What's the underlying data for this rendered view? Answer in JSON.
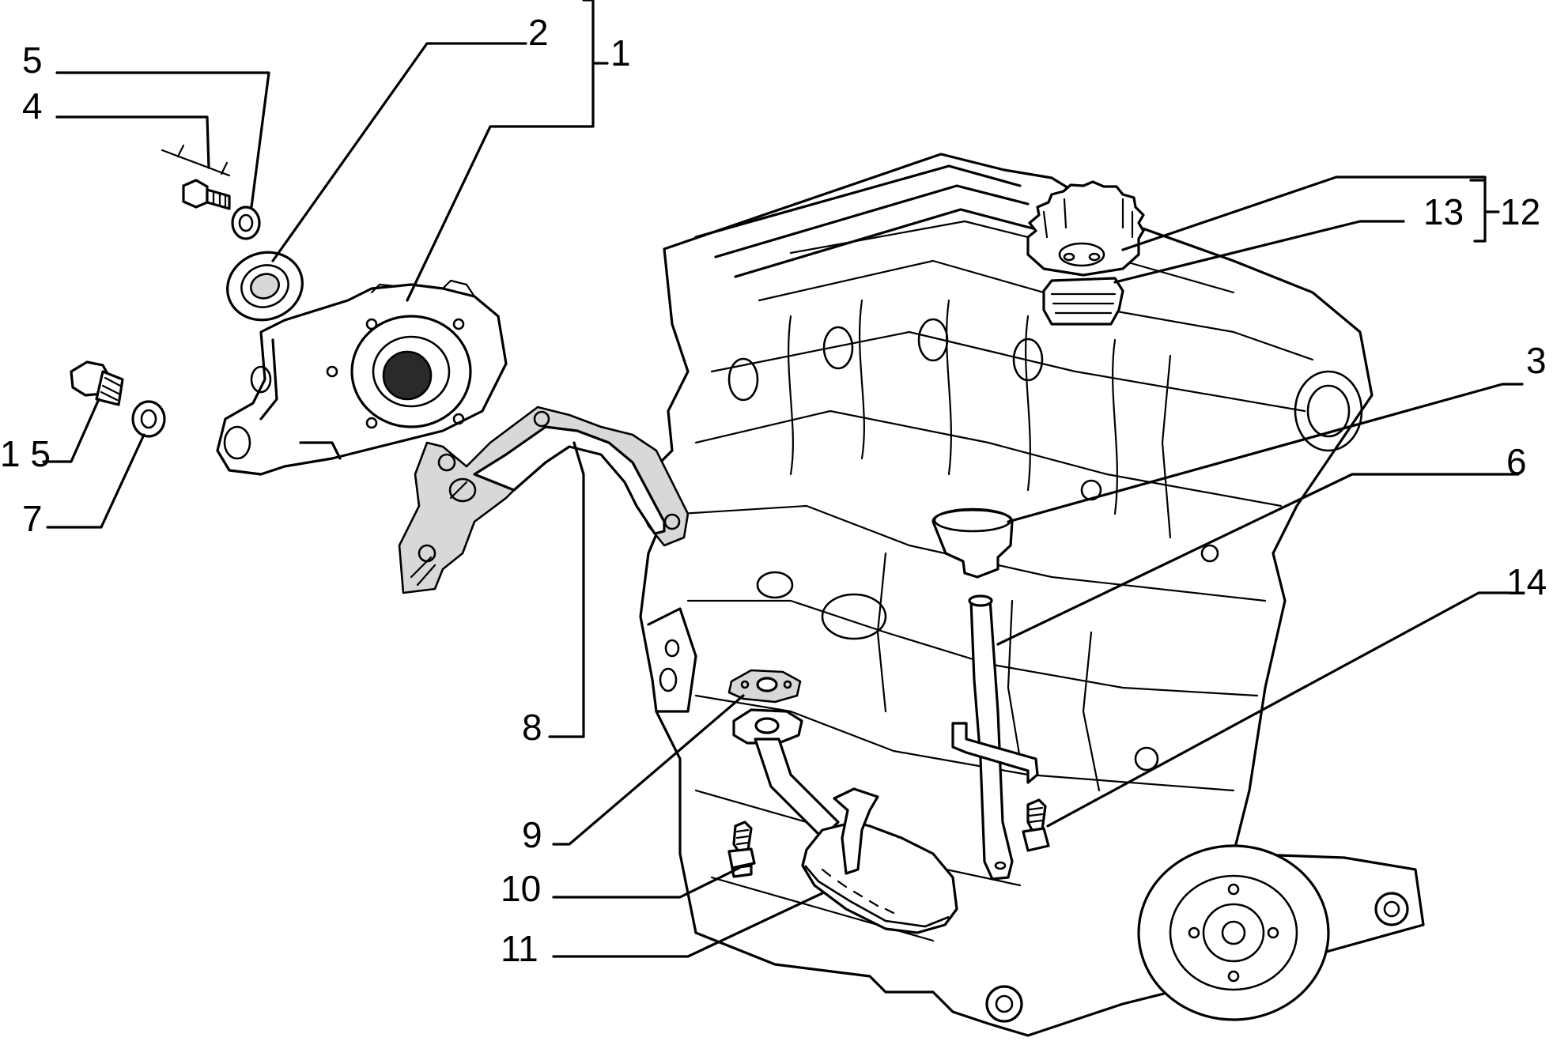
{
  "callouts": {
    "c1": "1",
    "c2": "2",
    "c3": "3",
    "c4": "4",
    "c5": "5",
    "c6": "6",
    "c7": "7",
    "c8": "8",
    "c9": "9",
    "c10": "10",
    "c11": "11",
    "c12": "12",
    "c13": "13",
    "c14": "14",
    "c15": "1 5"
  }
}
